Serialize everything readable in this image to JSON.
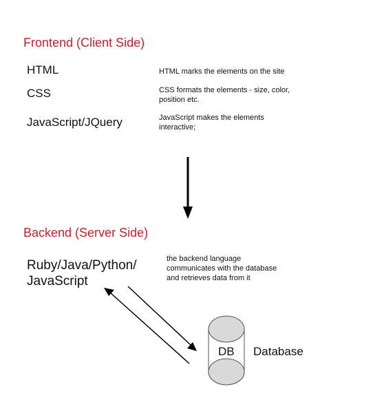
{
  "frontend": {
    "heading": "Frontend (Client Side)",
    "items": [
      {
        "term": "HTML",
        "desc_lines": [
          "HTML marks the elements on the site"
        ]
      },
      {
        "term": "CSS",
        "desc_lines": [
          "CSS formats the elements - size, color,",
          "position etc."
        ]
      },
      {
        "term": "JavaScript/JQuery",
        "desc_lines": [
          "JavaScript makes the elements",
          "interactive;"
        ]
      }
    ]
  },
  "backend": {
    "heading": "Backend (Server Side)",
    "languages_lines": [
      "Ruby/Java/Python/",
      "JavaScript"
    ],
    "desc_lines": [
      "the backend language",
      "communicates with the database",
      "and retrieves data from it"
    ]
  },
  "database": {
    "cylinder_label": "DB",
    "label": "Database"
  },
  "colors": {
    "heading": "#cc1f2b",
    "cylinder_fill": "#d9d9d9",
    "cylinder_stroke": "#555555"
  }
}
